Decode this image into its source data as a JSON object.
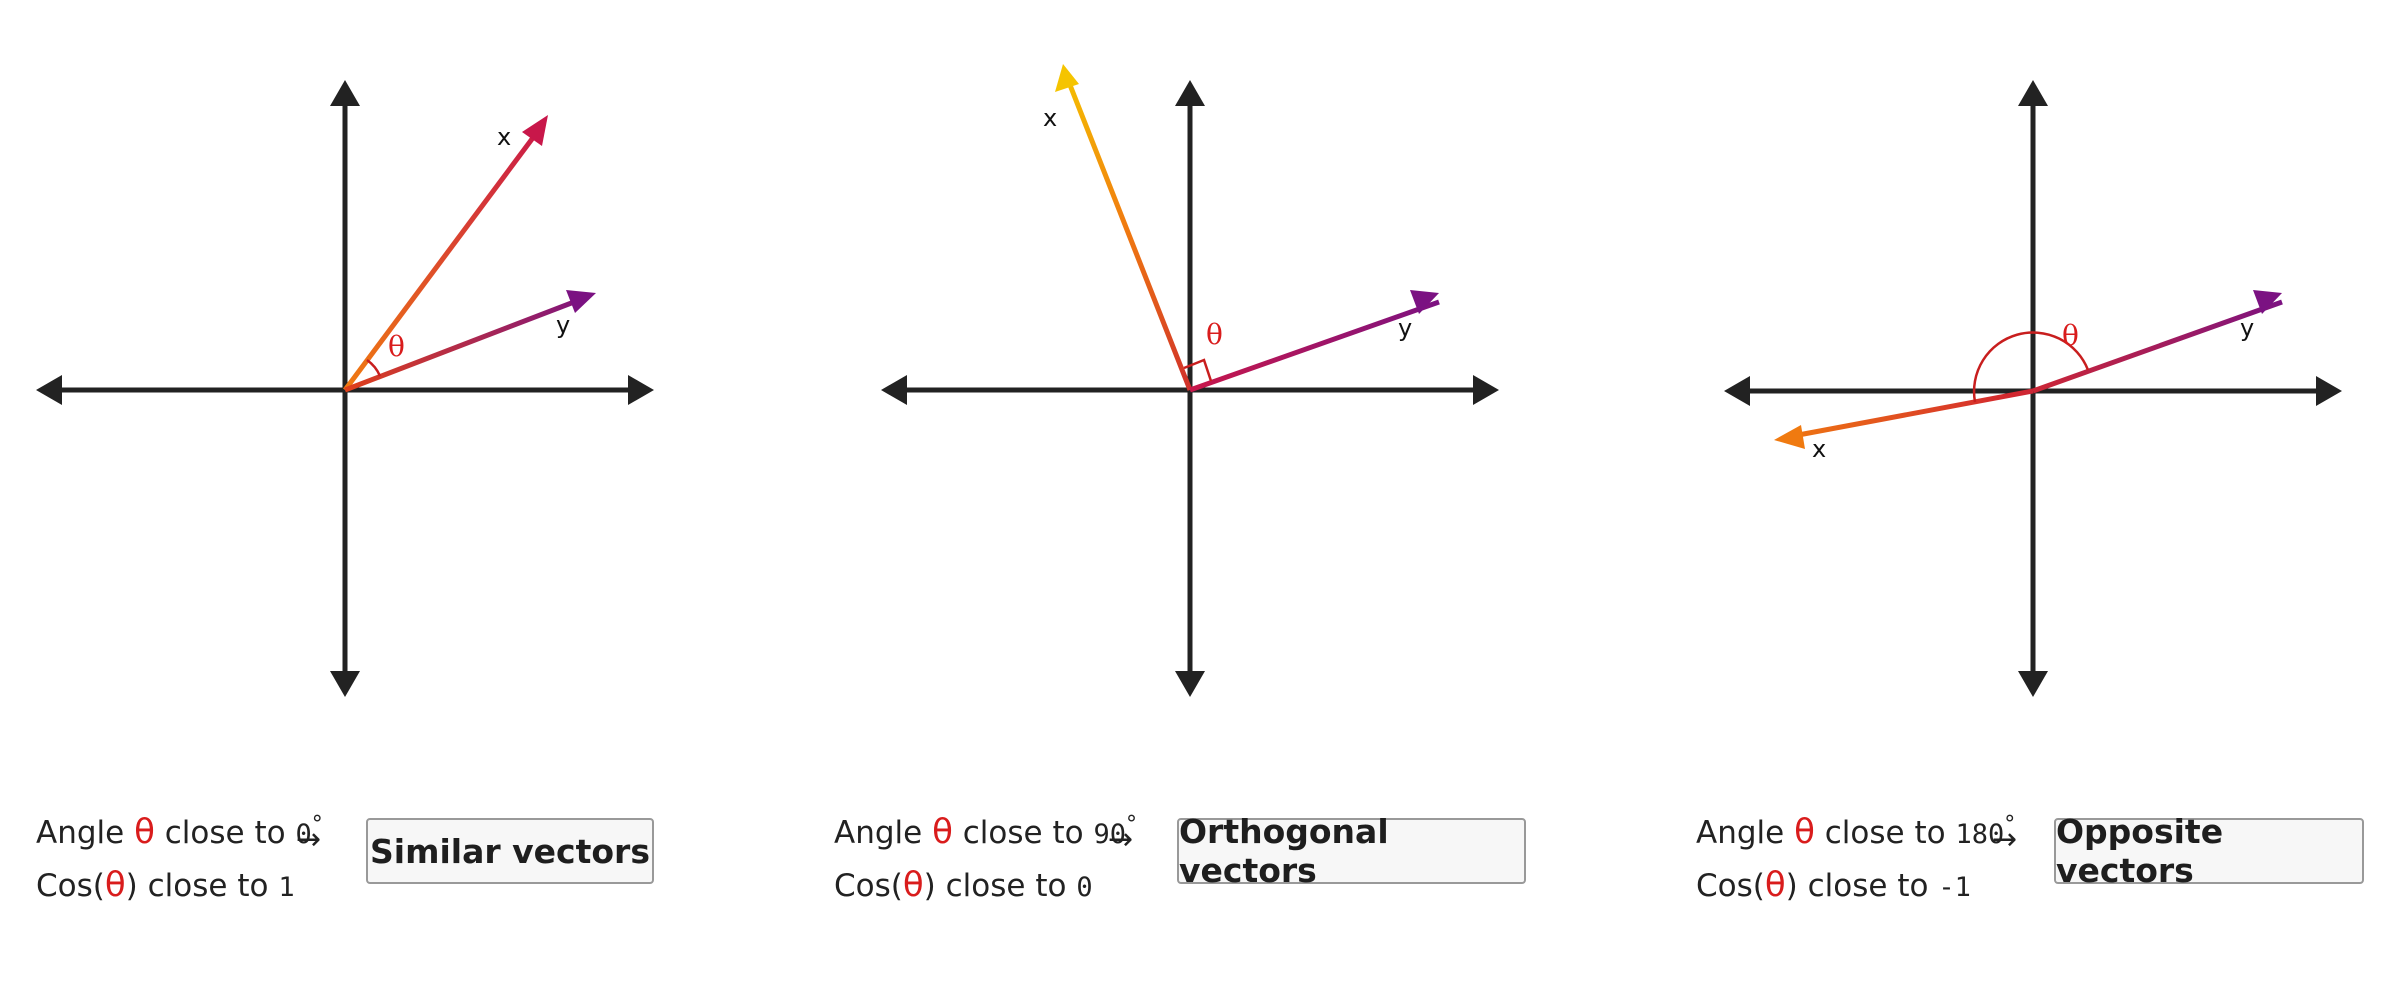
{
  "panels": [
    {
      "x_label": "x",
      "y_label": "y",
      "theta": "θ",
      "caption_line1": {
        "prefix": "Angle",
        "theta": "θ",
        "mid": "close to",
        "value": "0",
        "deg": "°"
      },
      "caption_line2": {
        "prefix": "Cos(",
        "theta": "θ",
        "mid": ") close to",
        "value": "1"
      },
      "arrow": "→",
      "result": "Similar vectors"
    },
    {
      "x_label": "x",
      "y_label": "y",
      "theta": "θ",
      "caption_line1": {
        "prefix": "Angle",
        "theta": "θ",
        "mid": "close to",
        "value": "90",
        "deg": "°"
      },
      "caption_line2": {
        "prefix": "Cos(",
        "theta": "θ",
        "mid": ") close to",
        "value": "0"
      },
      "arrow": "→",
      "result": "Orthogonal vectors"
    },
    {
      "x_label": "x",
      "y_label": "y",
      "theta": "θ",
      "caption_line1": {
        "prefix": "Angle",
        "theta": "θ",
        "mid": "close to",
        "value": "180",
        "deg": "°"
      },
      "caption_line2": {
        "prefix": "Cos(",
        "theta": "θ",
        "mid": ") close to",
        "value": "-1"
      },
      "arrow": "→",
      "result": "Opposite vectors"
    }
  ],
  "colors": {
    "axis": "#222222",
    "theta": "#d91c1c",
    "vector_start_orange": "#f07a10",
    "vector_end_red": "#c8174a",
    "vector_end_purple": "#7b1282",
    "vector_end_yellow": "#f5c400"
  }
}
